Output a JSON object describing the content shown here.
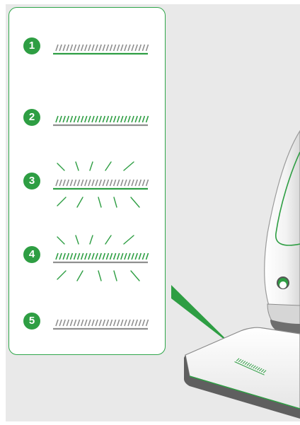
{
  "steps": [
    {
      "number": "1",
      "state": "grey-stripes-green-underline",
      "flashing": false
    },
    {
      "number": "2",
      "state": "green-stripes-grey-underline",
      "flashing": false
    },
    {
      "number": "3",
      "state": "grey-stripes-green-underline",
      "flashing": true
    },
    {
      "number": "4",
      "state": "green-stripes-grey-underline",
      "flashing": true
    },
    {
      "number": "5",
      "state": "grey-stripes-grey-underline",
      "flashing": false
    }
  ],
  "colors": {
    "accent_green": "#2e9e43",
    "stripe_grey": "#8f8f8f",
    "panel_border": "#2fa64a",
    "background": "#e9e9e9"
  },
  "icons": [
    "indicator-light-icon",
    "flash-rays-icon",
    "vacuum-head-icon"
  ]
}
